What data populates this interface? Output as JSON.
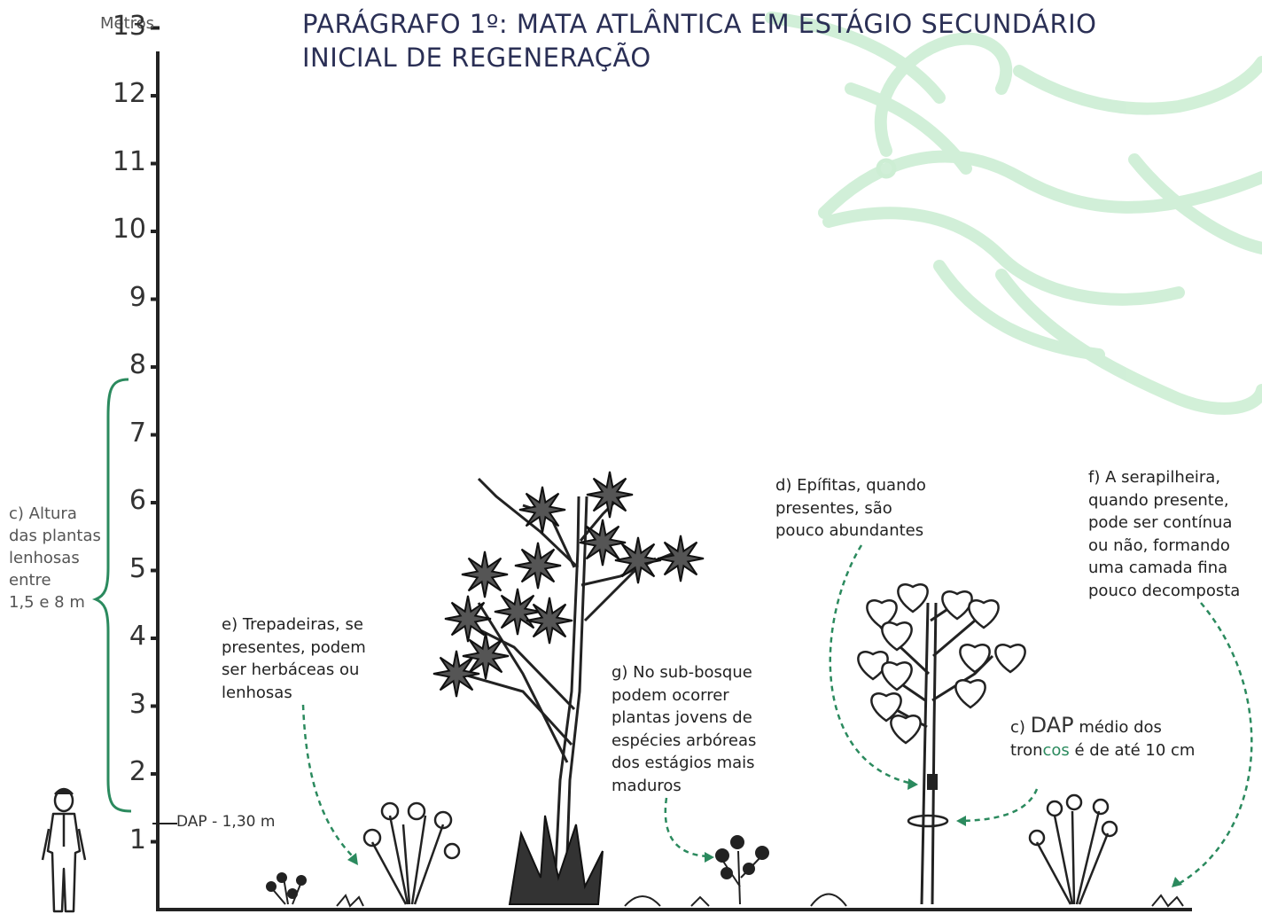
{
  "title": {
    "line1": "PARÁGRAFO 1º: MATA ATLÂNTICA EM ESTÁGIO SECUNDÁRIO",
    "line2": "INICIAL DE REGENERAÇÃO"
  },
  "scale": {
    "unit_label": "Metros",
    "ticks": [
      "1",
      "2",
      "3",
      "4",
      "5",
      "6",
      "7",
      "8",
      "9",
      "10",
      "11",
      "12",
      "13"
    ],
    "dap_label": "DAP - 1,30 m"
  },
  "notes": {
    "c_height": [
      "c) Altura",
      "das plantas",
      "lenhosas",
      "entre",
      "1,5 e 8 m"
    ],
    "e_climbers": [
      "e) Trepadeiras, se",
      "presentes, podem",
      "ser herbáceas ou",
      "lenhosas"
    ],
    "g_understory": [
      "g) No sub-bosque",
      "podem ocorrer",
      "plantas jovens de",
      "espécies arbóreas",
      "dos estágios mais",
      "maduros"
    ],
    "d_epiphytes": [
      "d) Epífitas, quando",
      "presentes, são",
      "pouco abundantes"
    ],
    "f_litter": [
      "f) A serapilheira,",
      "quando presente,",
      "pode ser contínua",
      "ou não, formando",
      "uma camada fina",
      "pouco decomposta"
    ],
    "c_dap": {
      "prefix": "c) ",
      "dap": "DAP",
      "line1_rest": " médio dos",
      "tron": "tron",
      "cos": "cos",
      "line2_rest": " é de até 10 cm"
    }
  },
  "colors": {
    "accent_green": "#2b8a5e",
    "title_navy": "#2a2f55",
    "watermark_green": "#c8ecd0"
  }
}
